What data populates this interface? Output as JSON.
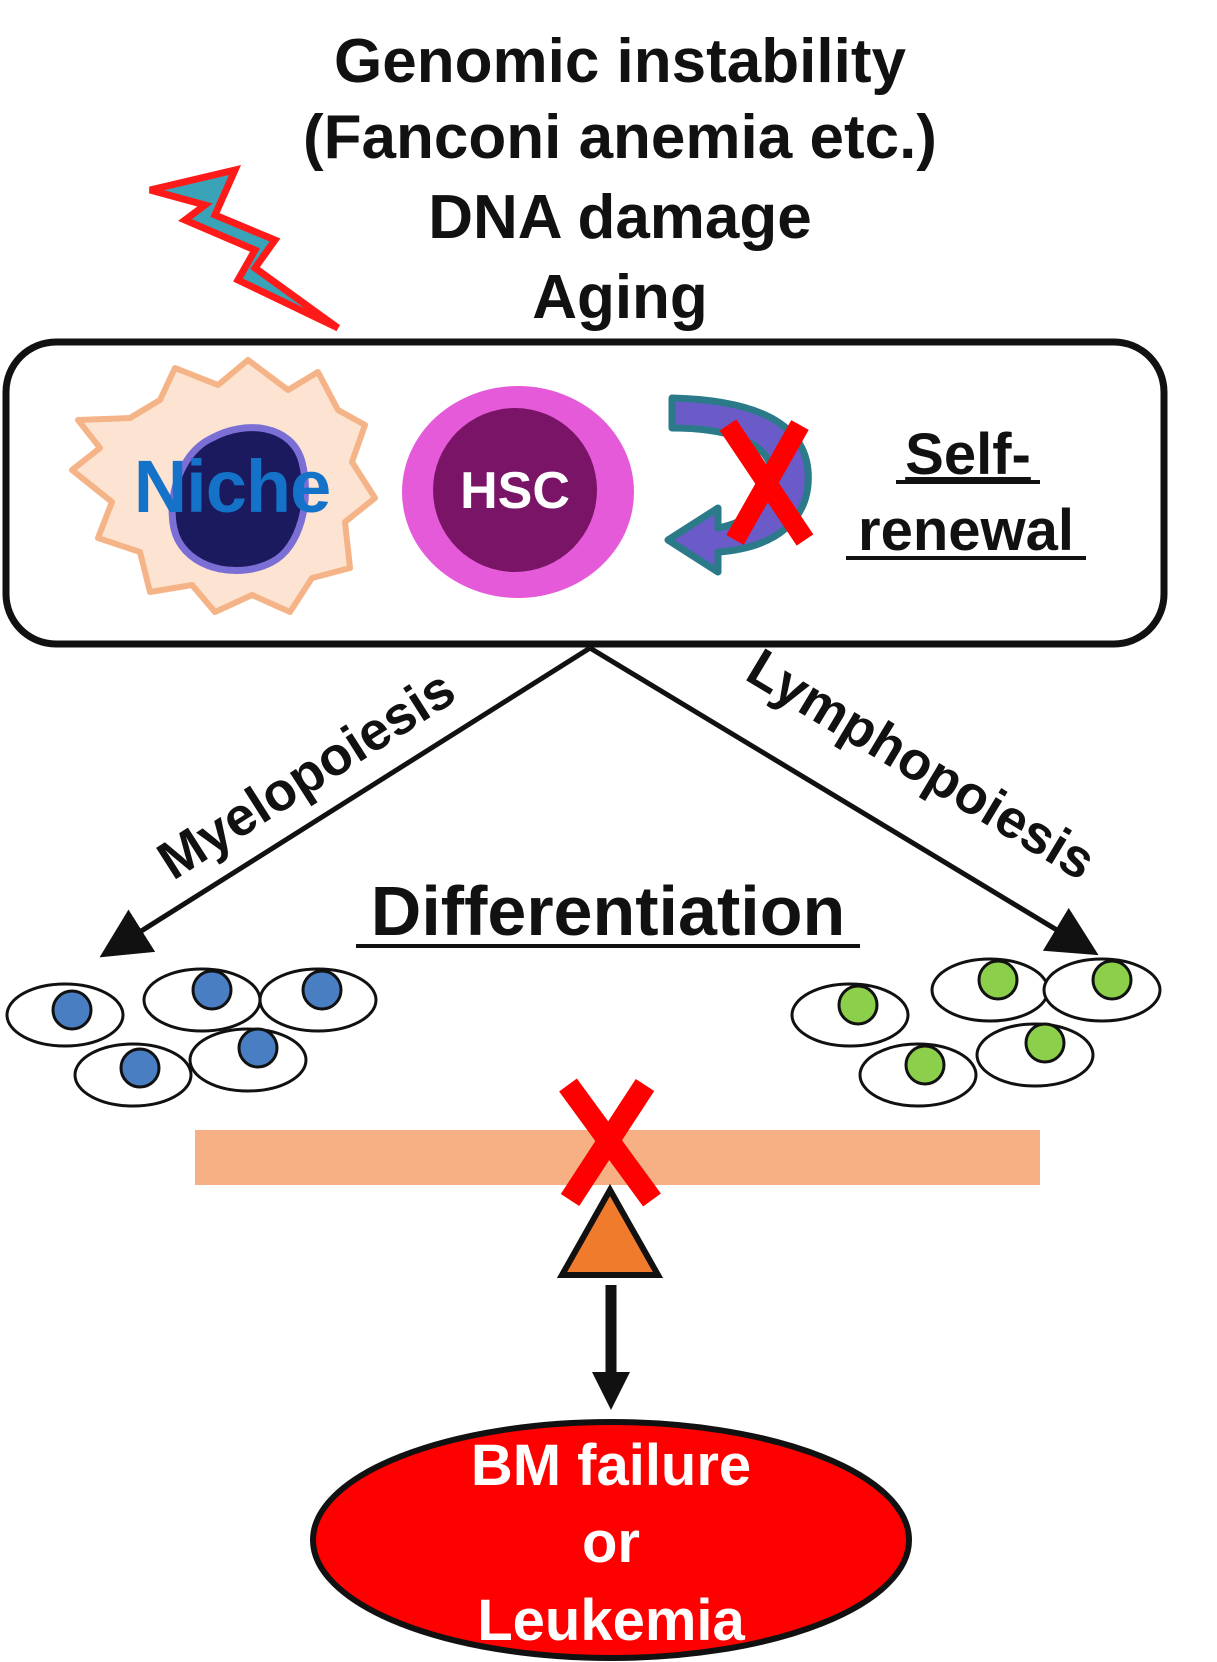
{
  "header": {
    "line1": "Genomic instability",
    "line2": "(Fanconi anemia etc.)",
    "line3": "DNA damage",
    "line4": "Aging"
  },
  "box": {
    "niche_label": "Niche",
    "hsc_label": "HSC",
    "self_renewal_line1": "Self-",
    "self_renewal_line2": "renewal"
  },
  "branches": {
    "myelo_label": "Myelopoiesis",
    "lympho_label": "Lymphopoiesis"
  },
  "differentiation_label": "Differentiation",
  "outcome": {
    "line1": "BM failure",
    "line2": "or",
    "line3": "Leukemia"
  },
  "colors": {
    "bolt_fill": "#3aa3b8",
    "bolt_stroke": "#ff1a1a",
    "niche_fill": "#fde4d2",
    "niche_stroke": "#f5b487",
    "niche_nucleus": "#1c1a5e",
    "niche_nucleus_ring": "#7b6fd6",
    "niche_text": "#1473c8",
    "hsc_outer": "#e55ad8",
    "hsc_inner": "#7a1467",
    "arrow_fill": "#6a5bc9",
    "arrow_stroke": "#2b7a8a",
    "x_mark": "#ff0000",
    "myeloid_nucleus": "#4a7ec2",
    "lymphoid_nucleus": "#8ccf4b",
    "balance_bar": "#f7b084",
    "fulcrum": "#f07b2c",
    "outcome_fill": "#ff0000",
    "text": "#111111"
  }
}
